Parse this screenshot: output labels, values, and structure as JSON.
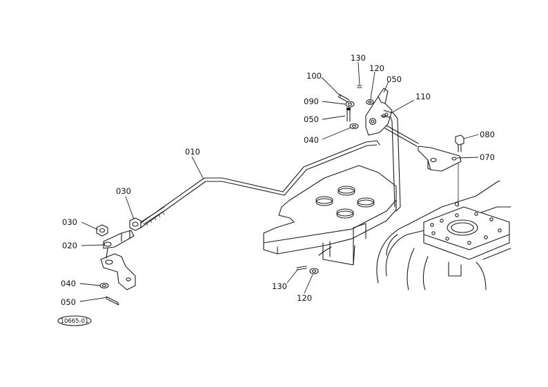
{
  "callouts": {
    "c010": "010",
    "c020": "020",
    "c030a": "030",
    "c030b": "030",
    "c040a": "040",
    "c050a": "050",
    "c040b": "040",
    "c050b": "050",
    "c050c": "050",
    "c070": "070",
    "c080": "080",
    "c090": "090",
    "c100": "100",
    "c110": "110",
    "c120a": "120",
    "c130a": "130",
    "c120b": "120",
    "c130b": "130"
  },
  "drawing_code": "10665-01"
}
